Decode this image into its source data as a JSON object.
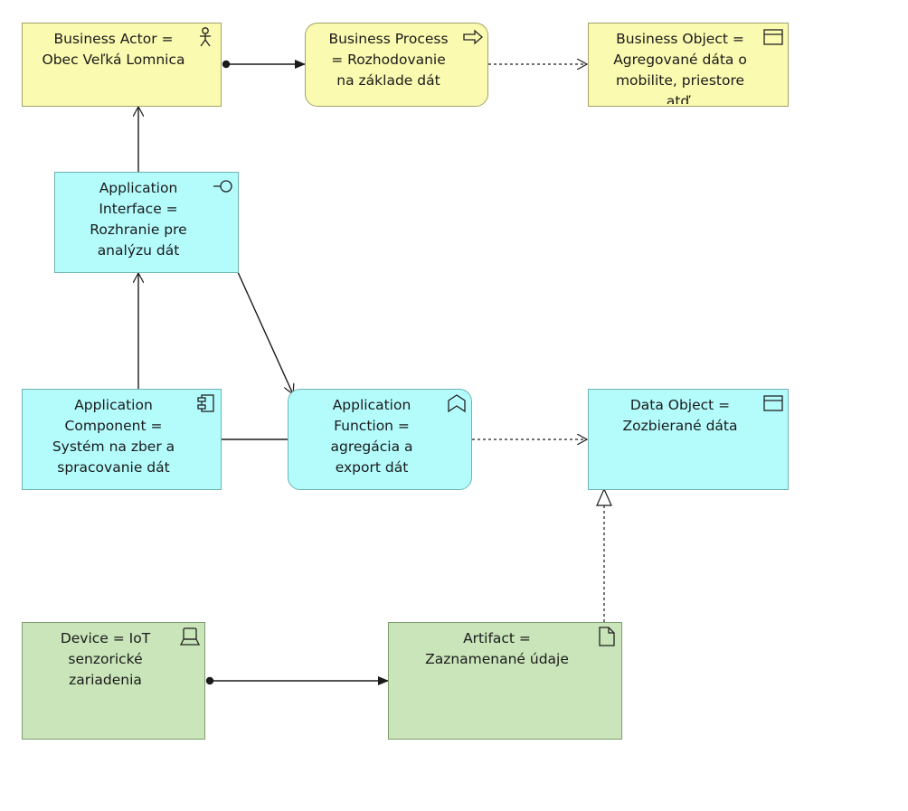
{
  "diagram": {
    "nodes": {
      "business_actor": {
        "label": "Business Actor =\nObec Veľká Lomnica",
        "icon": "actor-icon"
      },
      "business_process": {
        "label": "Business Process\n= Rozhodovanie\nna základe dát",
        "icon": "process-arrow-icon"
      },
      "business_object": {
        "label": "Business Object =\nAgregované dáta o\nmobilite, priestore\natď.",
        "icon": "object-icon"
      },
      "application_interface": {
        "label": "Application\nInterface =\nRozhranie pre\nanalýzu dát",
        "icon": "interface-icon"
      },
      "application_component": {
        "label": "Application\nComponent =\nSystém na zber a\nspracovanie dát",
        "icon": "component-icon"
      },
      "application_function": {
        "label": "Application\nFunction =\nagregácia a\nexport dát",
        "icon": "function-icon"
      },
      "data_object": {
        "label": "Data Object =\nZozbierané dáta",
        "icon": "object-icon"
      },
      "device": {
        "label": "Device = IoT\nsenzorické\nzariadenia",
        "icon": "device-icon"
      },
      "artifact": {
        "label": "Artifact =\nZaznamenané údaje",
        "icon": "artifact-icon"
      }
    },
    "colors": {
      "business": "#fafab0",
      "application": "#b4fcfc",
      "technology": "#c9e5b9",
      "line": "#1a1a1a"
    },
    "relationships": [
      {
        "from": "business_actor",
        "to": "business_process",
        "type": "assignment"
      },
      {
        "from": "business_process",
        "to": "business_object",
        "type": "access"
      },
      {
        "from": "application_interface",
        "to": "business_actor",
        "type": "serving"
      },
      {
        "from": "application_component",
        "to": "application_interface",
        "type": "serving"
      },
      {
        "from": "application_interface",
        "to": "application_function",
        "type": "serving"
      },
      {
        "from": "application_component",
        "to": "application_function",
        "type": "association"
      },
      {
        "from": "application_function",
        "to": "data_object",
        "type": "access"
      },
      {
        "from": "artifact",
        "to": "data_object",
        "type": "realization"
      },
      {
        "from": "device",
        "to": "artifact",
        "type": "assignment"
      }
    ]
  }
}
